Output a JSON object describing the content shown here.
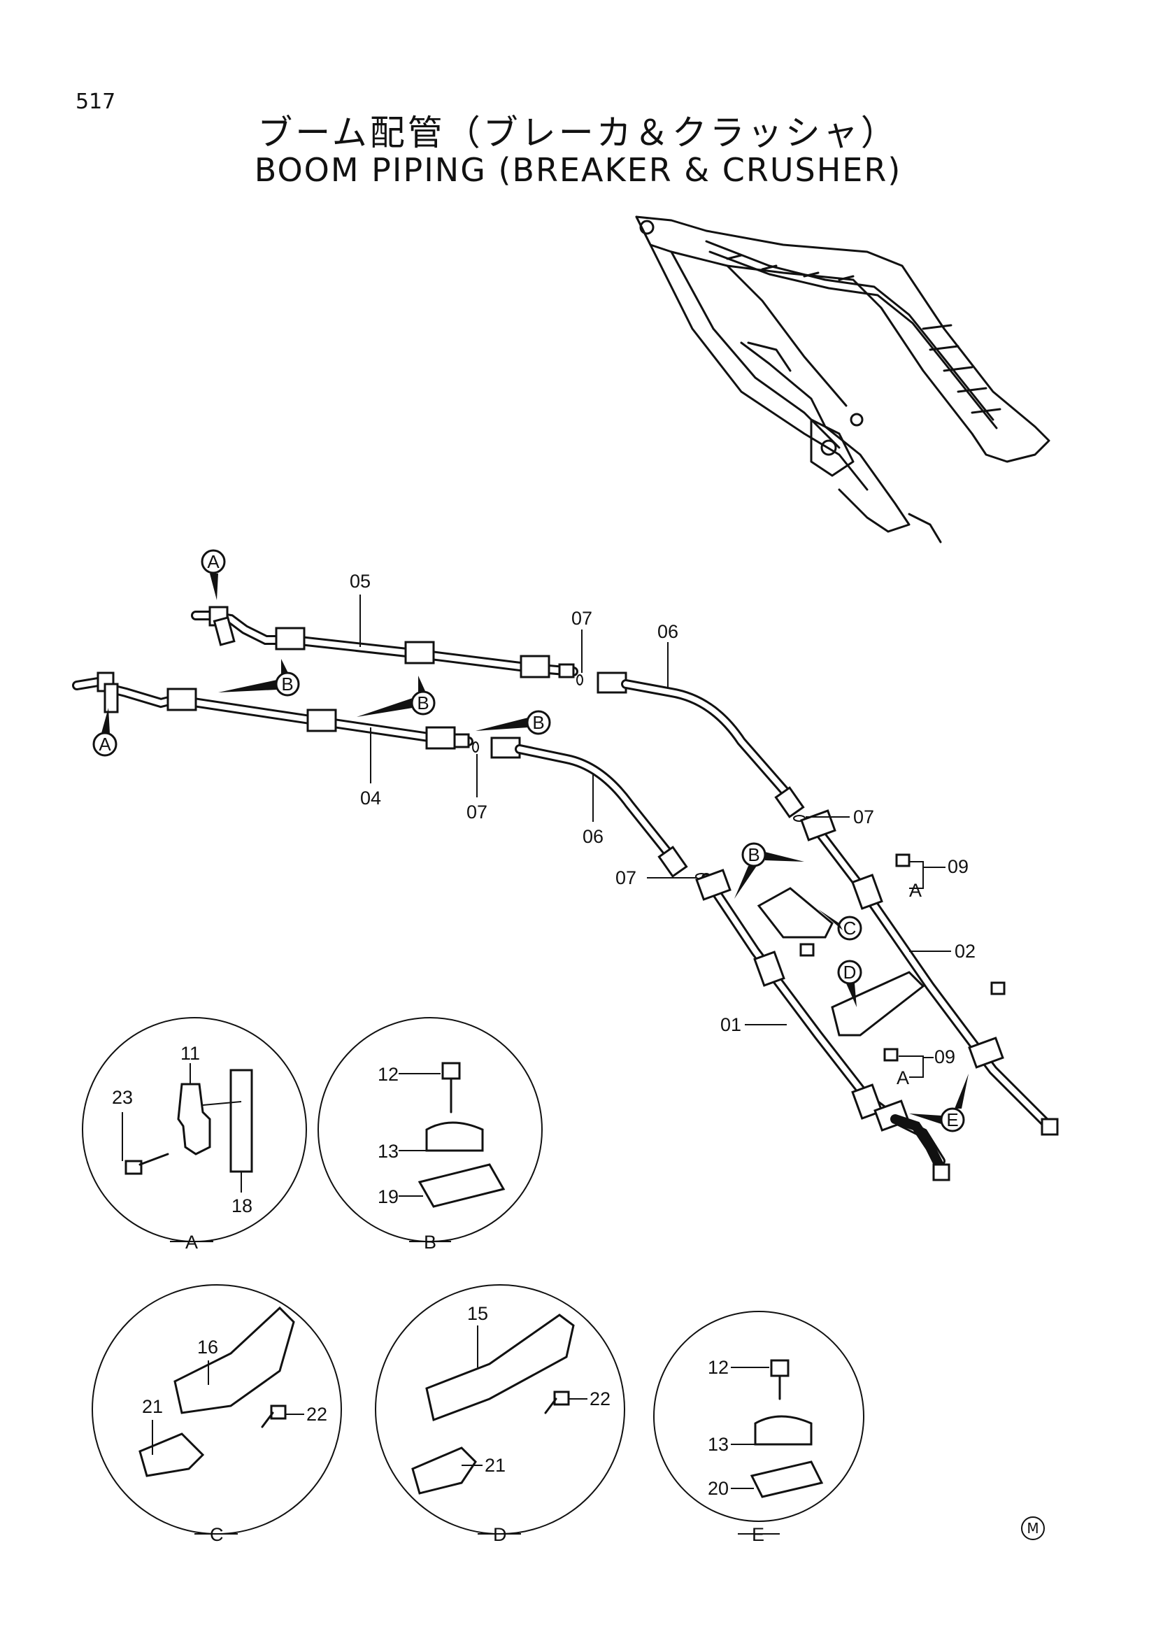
{
  "page_number": "517",
  "title_jp": "ブーム配管（ブレーカ＆クラッシャ）",
  "title_en": "BOOM PIPING (BREAKER & CRUSHER)",
  "mark": "M",
  "parts": {
    "p01": "01",
    "p02": "02",
    "p04": "04",
    "p05": "05",
    "p06a": "06",
    "p06b": "06",
    "p07a": "07",
    "p07b": "07",
    "p07c": "07",
    "p07d": "07",
    "p09a": "09",
    "p09b": "09"
  },
  "callouts": {
    "A": "A",
    "B": "B",
    "C": "C",
    "D": "D",
    "E": "E"
  },
  "details": [
    {
      "id": "A",
      "label": "A",
      "parts": [
        "11",
        "23",
        "18"
      ]
    },
    {
      "id": "B",
      "label": "B",
      "parts": [
        "12",
        "13",
        "19"
      ]
    },
    {
      "id": "C",
      "label": "C",
      "parts": [
        "16",
        "21",
        "22"
      ]
    },
    {
      "id": "D",
      "label": "D",
      "parts": [
        "15",
        "22",
        "21"
      ]
    },
    {
      "id": "E",
      "label": "E",
      "parts": [
        "12",
        "13",
        "20"
      ]
    }
  ]
}
